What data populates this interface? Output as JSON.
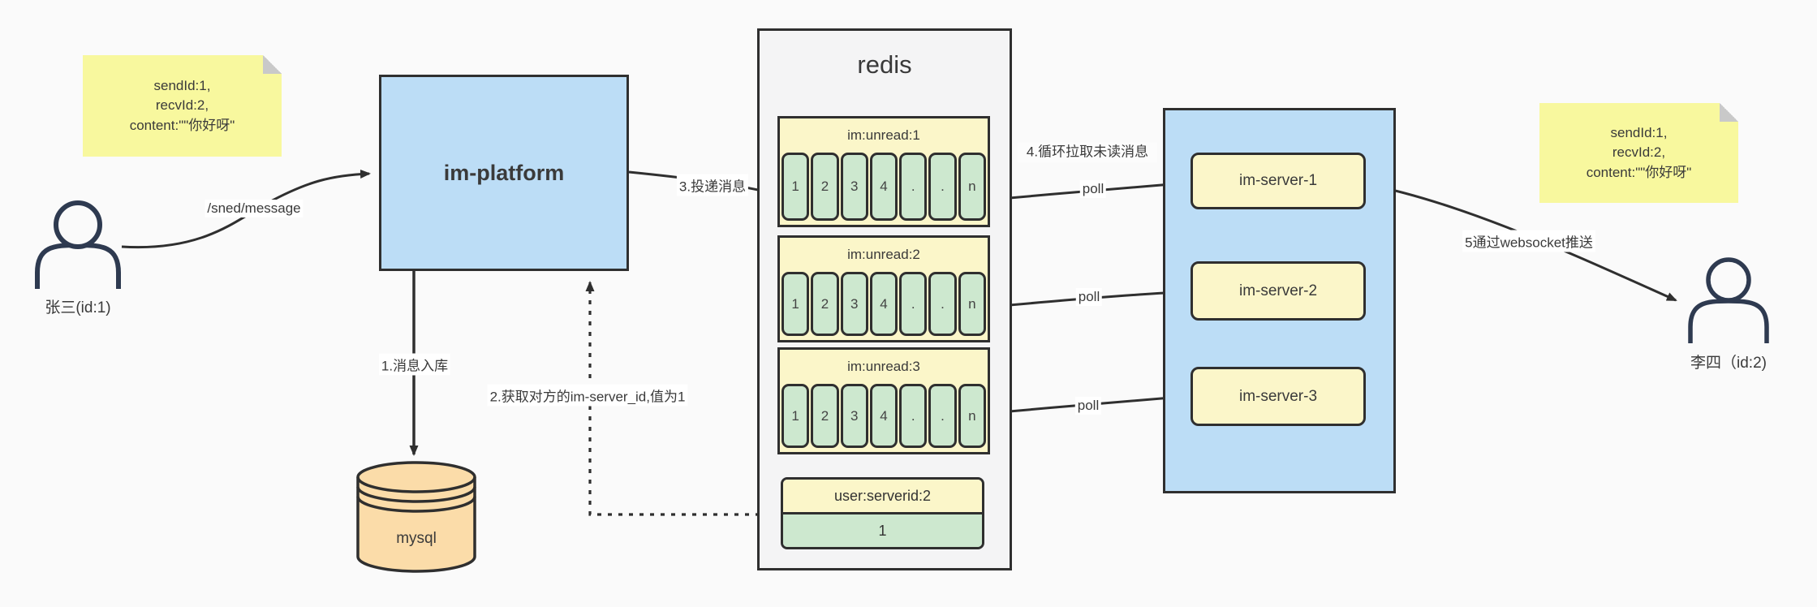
{
  "notes": {
    "left": {
      "lines": [
        "sendId:1,",
        "recvId:2,",
        "content:\"\"你好呀\""
      ]
    },
    "right": {
      "lines": [
        "sendId:1,",
        "recvId:2,",
        "content:\"\"你好呀\""
      ]
    }
  },
  "actors": {
    "sender": {
      "label": "张三(id:1)"
    },
    "receiver": {
      "label": "李四（id:2)"
    }
  },
  "platform": {
    "label": "im-platform"
  },
  "database": {
    "label": "mysql"
  },
  "redis": {
    "title": "redis",
    "lists": [
      {
        "title": "im:unread:1",
        "cells": [
          "1",
          "2",
          "3",
          "4",
          ".",
          ".",
          "n"
        ]
      },
      {
        "title": "im:unread:2",
        "cells": [
          "1",
          "2",
          "3",
          "4",
          ".",
          ".",
          "n"
        ]
      },
      {
        "title": "im:unread:3",
        "cells": [
          "1",
          "2",
          "3",
          "4",
          ".",
          ".",
          "n"
        ]
      }
    ],
    "kv": {
      "key": "user:serverid:2",
      "value": "1"
    }
  },
  "servers": [
    {
      "label": "im-server-1"
    },
    {
      "label": "im-server-2"
    },
    {
      "label": "im-server-3"
    }
  ],
  "edges": {
    "send_label": "/sned/message",
    "step1_label": "1.消息入库",
    "step2_label": "2.获取对方的im-server_id,值为1",
    "step3_label": "3.投递消息",
    "step4_label": "4.循环拉取未读消息",
    "step5_label": "5通过websocket推送",
    "poll_label": "poll"
  },
  "colors": {
    "node_blue": "#bcddf6",
    "note_yellow": "#f8f89e",
    "panel_yellow": "#fbf6c9",
    "cell_green": "#cde8cf",
    "db_orange": "#fbdca9",
    "redis_panel_gray": "#f4f4f5",
    "stroke_dark": "#2f2f2f"
  }
}
